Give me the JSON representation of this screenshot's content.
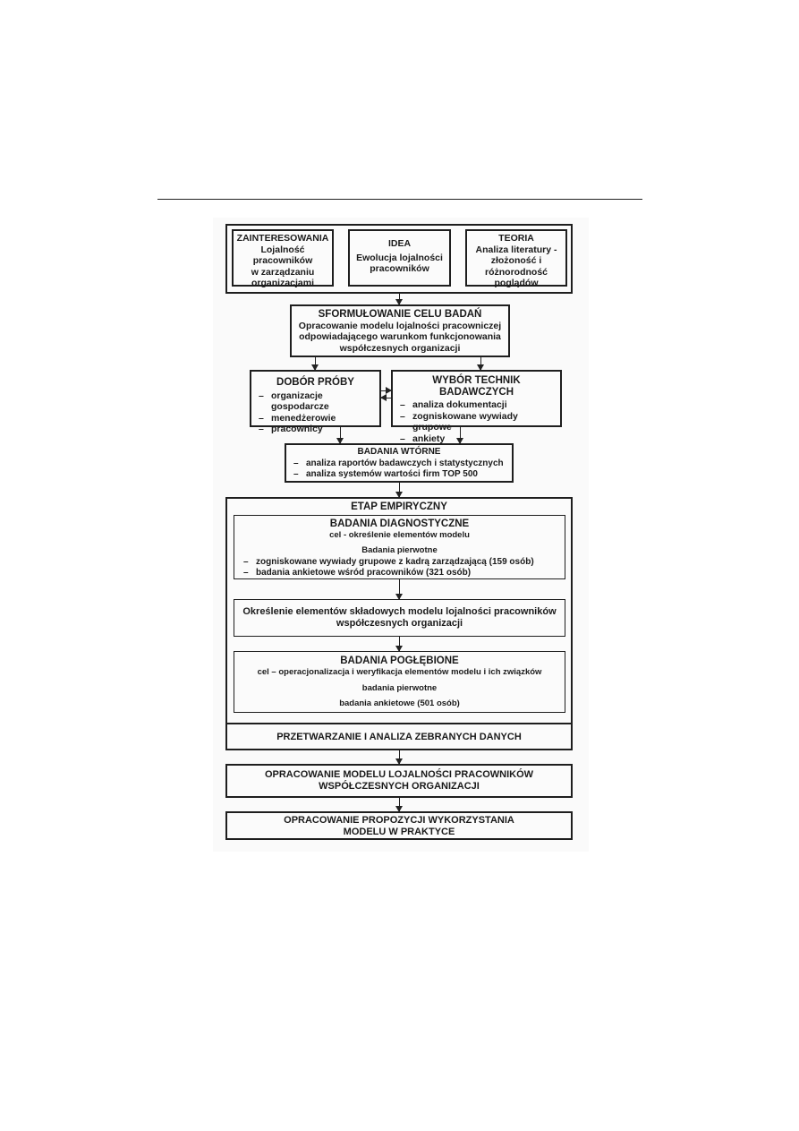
{
  "top": {
    "zainteresowania": {
      "title": "ZAINTERESOWANIA",
      "lines": [
        "Lojalność",
        "pracowników",
        "w zarządzaniu",
        "organizacjami"
      ]
    },
    "idea": {
      "title": "IDEA",
      "lines": [
        "Ewolucja lojalności",
        "pracowników"
      ]
    },
    "teoria": {
      "title": "TEORIA",
      "lines": [
        "Analiza literatury -",
        "złożoność i",
        "różnorodność",
        "poglądów"
      ]
    }
  },
  "cel": {
    "title": "SFORMUŁOWANIE CELU BADAŃ",
    "lines": [
      "Opracowanie modelu lojalności pracowniczej",
      "odpowiadającego warunkom funkcjonowania",
      "współczesnych organizacji"
    ]
  },
  "dobor": {
    "title": "DOBÓR PRÓBY",
    "items": [
      "organizacje gospodarcze",
      "menedżerowie",
      "pracownicy"
    ]
  },
  "techniki": {
    "title": "WYBÓR TECHNIK BADAWCZYCH",
    "items": [
      "analiza dokumentacji",
      "zogniskowane wywiady grupowe",
      "ankiety"
    ]
  },
  "wtorne": {
    "title": "BADANIA WTÓRNE",
    "items": [
      "analiza raportów badawczych i statystycznych",
      "analiza systemów wartości firm TOP 500"
    ]
  },
  "etap": {
    "title": "ETAP EMPIRYCZNY",
    "diagnostyczne": {
      "title": "BADANIA DIAGNOSTYCZNE",
      "subtitle": "cel - określenie elementów modelu",
      "label": "Badania pierwotne",
      "items": [
        "zogniskowane wywiady grupowe z kadrą zarządzającą (159 osób)",
        "badania ankietowe wśród pracowników (321 osób)"
      ]
    },
    "okreslenie": {
      "lines": [
        "Określenie elementów składowych modelu lojalności pracowników",
        "współczesnych organizacji"
      ]
    },
    "poglebione": {
      "title": "BADANIA POGŁĘBIONE",
      "subtitle": "cel – operacjonalizacja i weryfikacja elementów modelu i ich związków",
      "label": "badania pierwotne",
      "detail": "badania ankietowe (501 osób)"
    },
    "przetwarzanie": "PRZETWARZANIE I ANALIZA ZEBRANYCH DANYCH"
  },
  "model": {
    "lines": [
      "OPRACOWANIE MODELU LOJALNOŚCI PRACOWNIKÓW",
      "WSPÓŁCZESNYCH ORGANIZACJI"
    ]
  },
  "propozycje": {
    "lines": [
      "OPRACOWANIE PROPOZYCJI WYKORZYSTANIA",
      "MODELU W PRAKTYCE"
    ]
  }
}
